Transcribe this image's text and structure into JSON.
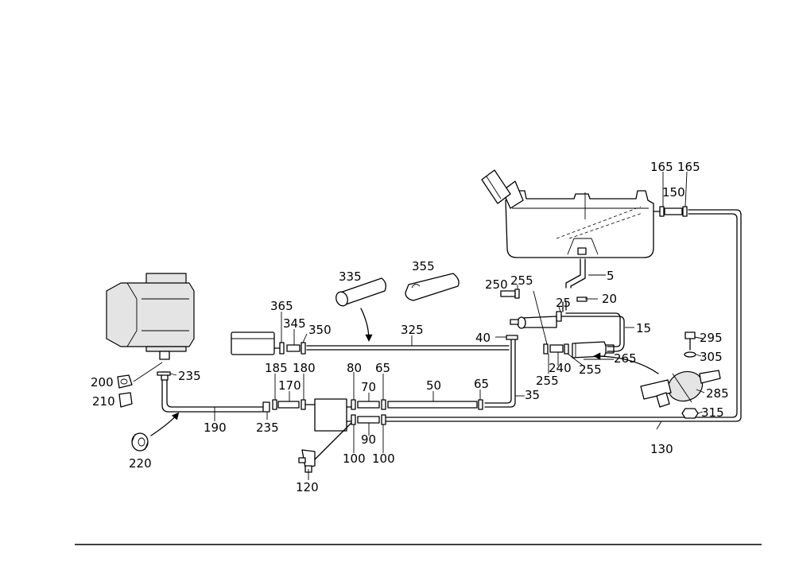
{
  "labels": {
    "l5": "5",
    "l15": "15",
    "l20": "20",
    "l25": "25",
    "l35": "35",
    "l40": "40",
    "l50": "50",
    "l65a": "65",
    "l65b": "65",
    "l70": "70",
    "l80": "80",
    "l90": "90",
    "l100a": "100",
    "l100b": "100",
    "l120": "120",
    "l130": "130",
    "l150": "150",
    "l165a": "165",
    "l165b": "165",
    "l170": "170",
    "l180": "180",
    "l185": "185",
    "l190": "190",
    "l200": "200",
    "l210": "210",
    "l220": "220",
    "l235a": "235",
    "l235b": "235",
    "l240": "240",
    "l250": "250",
    "l255a": "255",
    "l255b": "255",
    "l255c": "255",
    "l265": "265",
    "l285": "285",
    "l295": "295",
    "l305": "305",
    "l315": "315",
    "l325": "325",
    "l335": "335",
    "l345": "345",
    "l350": "350",
    "l355": "355",
    "l365": "365"
  }
}
